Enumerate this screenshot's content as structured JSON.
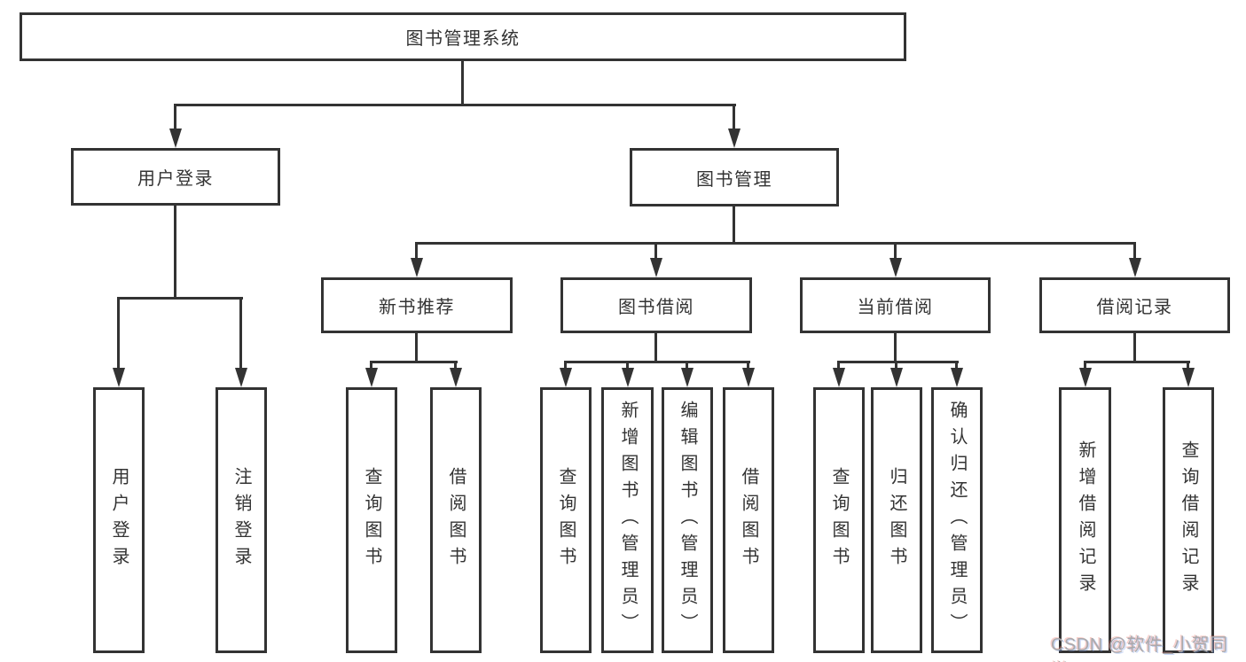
{
  "diagram": {
    "type": "hierarchy",
    "root": {
      "label": "图书管理系统"
    },
    "level2": [
      {
        "label": "用户登录",
        "children": [
          {
            "label": "用户登录"
          },
          {
            "label": "注销登录"
          }
        ]
      },
      {
        "label": "图书管理",
        "children": [
          {
            "label": "新书推荐",
            "children": [
              {
                "label": "查询图书"
              },
              {
                "label": "借阅图书"
              }
            ]
          },
          {
            "label": "图书借阅",
            "children": [
              {
                "label": "查询图书"
              },
              {
                "label": "新增图书（管理员）"
              },
              {
                "label": "编辑图书（管理员）"
              },
              {
                "label": "借阅图书"
              }
            ]
          },
          {
            "label": "当前借阅",
            "children": [
              {
                "label": "查询图书"
              },
              {
                "label": "归还图书"
              },
              {
                "label": "确认归还（管理员）"
              }
            ]
          },
          {
            "label": "借阅记录",
            "children": [
              {
                "label": "新增借阅记录"
              },
              {
                "label": "查询借阅记录"
              }
            ]
          }
        ]
      }
    ]
  },
  "watermark": {
    "text": "CSDN @软件_小贺同学"
  },
  "colors": {
    "line": "#333333",
    "box_border": "#333333",
    "text": "#333333",
    "background": "#ffffff",
    "watermark": "#a9a9ac"
  }
}
